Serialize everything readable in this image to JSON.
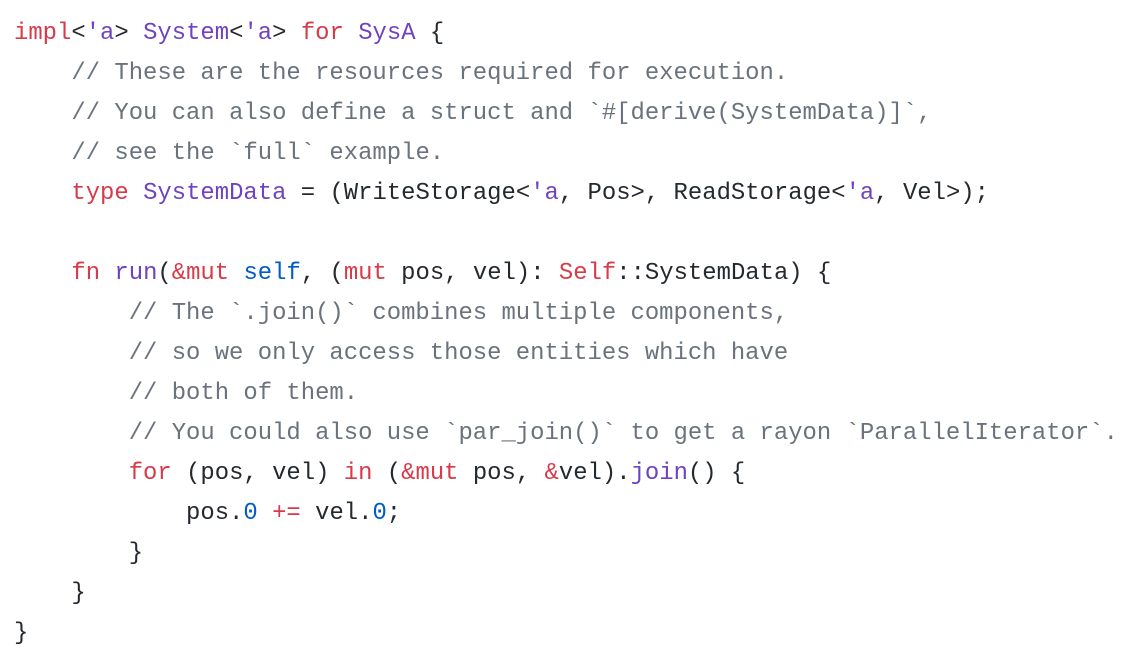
{
  "code": {
    "language": "rust",
    "colors": {
      "keyword": "#d73a49",
      "type": "#6f42c1",
      "function": "#6f42c1",
      "comment": "#6a737d",
      "number": "#005cc5",
      "self": "#005cc5",
      "plain": "#24292e",
      "background": "#ffffff"
    },
    "lines": [
      [
        {
          "t": "kw",
          "v": "impl"
        },
        {
          "t": "plain",
          "v": "<"
        },
        {
          "t": "lt",
          "v": "'a"
        },
        {
          "t": "plain",
          "v": "> "
        },
        {
          "t": "type",
          "v": "System"
        },
        {
          "t": "plain",
          "v": "<"
        },
        {
          "t": "lt",
          "v": "'a"
        },
        {
          "t": "plain",
          "v": "> "
        },
        {
          "t": "kw",
          "v": "for"
        },
        {
          "t": "plain",
          "v": " "
        },
        {
          "t": "type",
          "v": "SysA"
        },
        {
          "t": "plain",
          "v": " {"
        }
      ],
      [
        {
          "t": "plain",
          "v": "    "
        },
        {
          "t": "cm",
          "v": "// These are the resources required for execution."
        }
      ],
      [
        {
          "t": "plain",
          "v": "    "
        },
        {
          "t": "cm",
          "v": "// You can also define a struct and `#[derive(SystemData)]`,"
        }
      ],
      [
        {
          "t": "plain",
          "v": "    "
        },
        {
          "t": "cm",
          "v": "// see the `full` example."
        }
      ],
      [
        {
          "t": "plain",
          "v": "    "
        },
        {
          "t": "kw",
          "v": "type"
        },
        {
          "t": "plain",
          "v": " "
        },
        {
          "t": "type",
          "v": "SystemData"
        },
        {
          "t": "plain",
          "v": " = (WriteStorage<"
        },
        {
          "t": "lt",
          "v": "'a"
        },
        {
          "t": "plain",
          "v": ", Pos>, ReadStorage<"
        },
        {
          "t": "lt",
          "v": "'a"
        },
        {
          "t": "plain",
          "v": ", Vel>);"
        }
      ],
      [],
      [
        {
          "t": "plain",
          "v": "    "
        },
        {
          "t": "kw",
          "v": "fn"
        },
        {
          "t": "plain",
          "v": " "
        },
        {
          "t": "fn",
          "v": "run"
        },
        {
          "t": "plain",
          "v": "("
        },
        {
          "t": "kw",
          "v": "&mut"
        },
        {
          "t": "plain",
          "v": " "
        },
        {
          "t": "self",
          "v": "self"
        },
        {
          "t": "plain",
          "v": ", ("
        },
        {
          "t": "kw",
          "v": "mut"
        },
        {
          "t": "plain",
          "v": " pos, vel): "
        },
        {
          "t": "kw",
          "v": "Self"
        },
        {
          "t": "plain",
          "v": "::SystemData) {"
        }
      ],
      [
        {
          "t": "plain",
          "v": "        "
        },
        {
          "t": "cm",
          "v": "// The `.join()` combines multiple components,"
        }
      ],
      [
        {
          "t": "plain",
          "v": "        "
        },
        {
          "t": "cm",
          "v": "// so we only access those entities which have"
        }
      ],
      [
        {
          "t": "plain",
          "v": "        "
        },
        {
          "t": "cm",
          "v": "// both of them."
        }
      ],
      [
        {
          "t": "plain",
          "v": "        "
        },
        {
          "t": "cm",
          "v": "// You could also use `par_join()` to get a rayon `ParallelIterator`."
        }
      ],
      [
        {
          "t": "plain",
          "v": "        "
        },
        {
          "t": "kw",
          "v": "for"
        },
        {
          "t": "plain",
          "v": " (pos, vel) "
        },
        {
          "t": "kw",
          "v": "in"
        },
        {
          "t": "plain",
          "v": " ("
        },
        {
          "t": "kw",
          "v": "&mut"
        },
        {
          "t": "plain",
          "v": " pos, "
        },
        {
          "t": "kw",
          "v": "&"
        },
        {
          "t": "plain",
          "v": "vel)."
        },
        {
          "t": "fn",
          "v": "join"
        },
        {
          "t": "plain",
          "v": "() {"
        }
      ],
      [
        {
          "t": "plain",
          "v": "            pos."
        },
        {
          "t": "num",
          "v": "0"
        },
        {
          "t": "plain",
          "v": " "
        },
        {
          "t": "kw",
          "v": "+="
        },
        {
          "t": "plain",
          "v": " vel."
        },
        {
          "t": "num",
          "v": "0"
        },
        {
          "t": "plain",
          "v": ";"
        }
      ],
      [
        {
          "t": "plain",
          "v": "        }"
        }
      ],
      [
        {
          "t": "plain",
          "v": "    }"
        }
      ],
      [
        {
          "t": "plain",
          "v": "}"
        }
      ]
    ]
  }
}
